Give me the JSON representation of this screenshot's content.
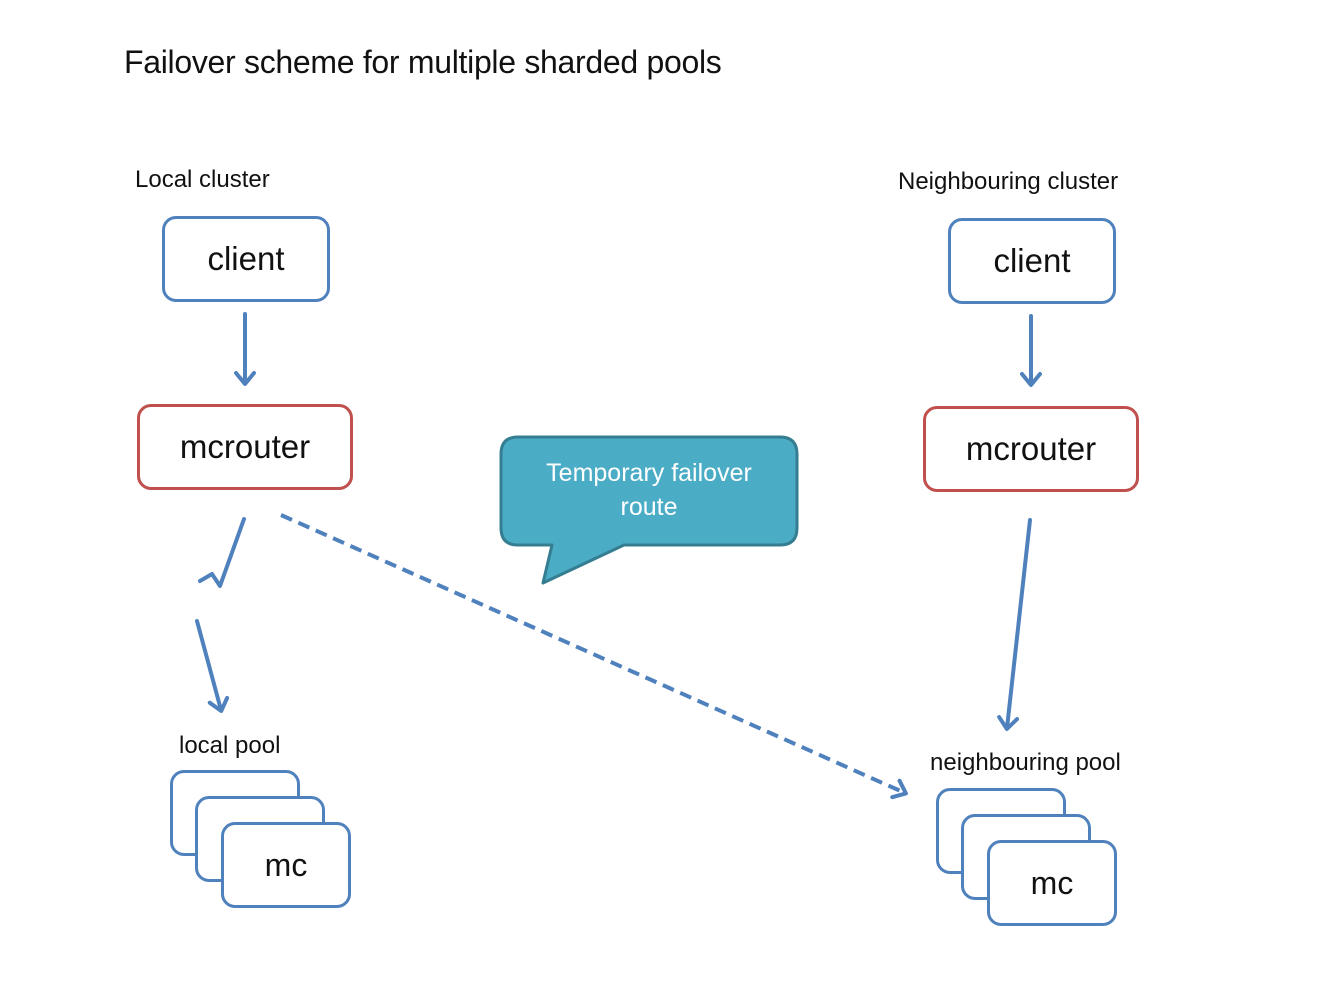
{
  "title": "Failover scheme for multiple sharded pools",
  "colors": {
    "client_border": "#4F81BD",
    "mcrouter_border": "#C0504D",
    "arrow": "#4F81BD",
    "callout_fill": "#4BACC6",
    "callout_border": "#357D91",
    "callout_text": "#FFFFFF"
  },
  "local_cluster": {
    "label": "Local cluster",
    "client": "client",
    "mcrouter": "mcrouter",
    "pool_label": "local pool",
    "pool_node": "mc"
  },
  "neighbouring_cluster": {
    "label": "Neighbouring cluster",
    "client": "client",
    "mcrouter": "mcrouter",
    "pool_label": "neighbouring pool",
    "pool_node": "mc"
  },
  "callout": {
    "text_line1": "Temporary failover",
    "text_line2": "route"
  },
  "edges": [
    {
      "from": "local client",
      "to": "local mcrouter",
      "style": "solid"
    },
    {
      "from": "local mcrouter",
      "to": "local pool",
      "style": "broken"
    },
    {
      "from": "local mcrouter",
      "to": "neighbouring pool",
      "style": "dashed",
      "label": "Temporary failover route"
    },
    {
      "from": "neighbouring client",
      "to": "neighbouring mcrouter",
      "style": "solid"
    },
    {
      "from": "neighbouring mcrouter",
      "to": "neighbouring pool",
      "style": "solid"
    }
  ]
}
